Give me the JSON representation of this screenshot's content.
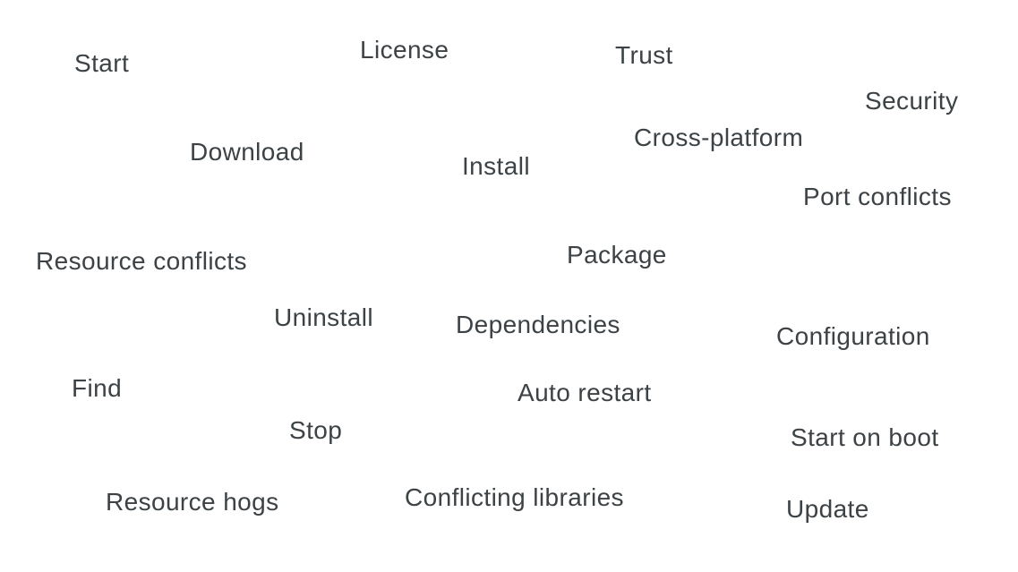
{
  "canvas": {
    "background_color": "#ffffff",
    "text_color": "#3c4245"
  },
  "words": [
    {
      "label": "Start"
    },
    {
      "label": "License"
    },
    {
      "label": "Trust"
    },
    {
      "label": "Security"
    },
    {
      "label": "Download"
    },
    {
      "label": "Install"
    },
    {
      "label": "Cross-platform"
    },
    {
      "label": "Port conflicts"
    },
    {
      "label": "Resource conflicts"
    },
    {
      "label": "Package"
    },
    {
      "label": "Uninstall"
    },
    {
      "label": "Dependencies"
    },
    {
      "label": "Configuration"
    },
    {
      "label": "Find"
    },
    {
      "label": "Auto restart"
    },
    {
      "label": "Stop"
    },
    {
      "label": "Start on boot"
    },
    {
      "label": "Resource hogs"
    },
    {
      "label": "Conflicting libraries"
    },
    {
      "label": "Update"
    }
  ]
}
